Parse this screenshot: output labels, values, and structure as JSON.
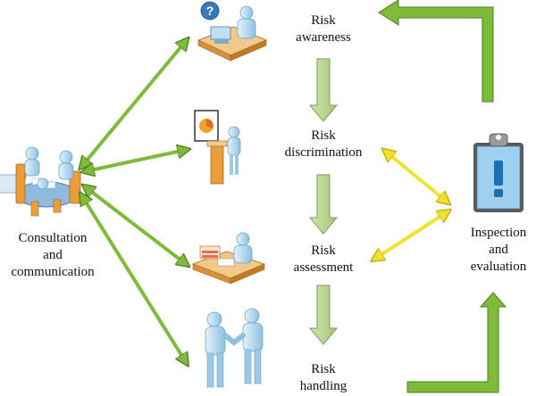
{
  "steps": [
    {
      "line1": "Risk",
      "line2": "awareness"
    },
    {
      "line1": "Risk",
      "line2": "discrimination"
    },
    {
      "line1": "Risk",
      "line2": "assessment"
    },
    {
      "line1": "Risk",
      "line2": "handling"
    }
  ],
  "left_label": {
    "line1": "Consultation",
    "line2": "and",
    "line3": "communication"
  },
  "right_label": {
    "line1": "Inspection",
    "line2": "and",
    "line3": "evaluation"
  },
  "colors": {
    "green_arrow": "#7fba3a",
    "green_arrow_dark": "#4e7d1e",
    "flow_arrow": "#b3cf86",
    "flow_arrow_dark": "#7d9a58",
    "yellow_arrow": "#f0e22c",
    "yellow_arrow_dark": "#b8a800",
    "figure_blue": "#bfe0f2",
    "figure_blue_dark": "#6aa3c6",
    "table_orange": "#e99d3b",
    "clipboard_blue": "#9fd0ee"
  },
  "icons": {
    "meeting": "meeting-table-icon",
    "question": "question-desk-icon",
    "presentation": "presentation-icon",
    "desk_work": "desk-work-icon",
    "handshake": "handshake-icon",
    "clipboard": "clipboard-alert-icon"
  }
}
